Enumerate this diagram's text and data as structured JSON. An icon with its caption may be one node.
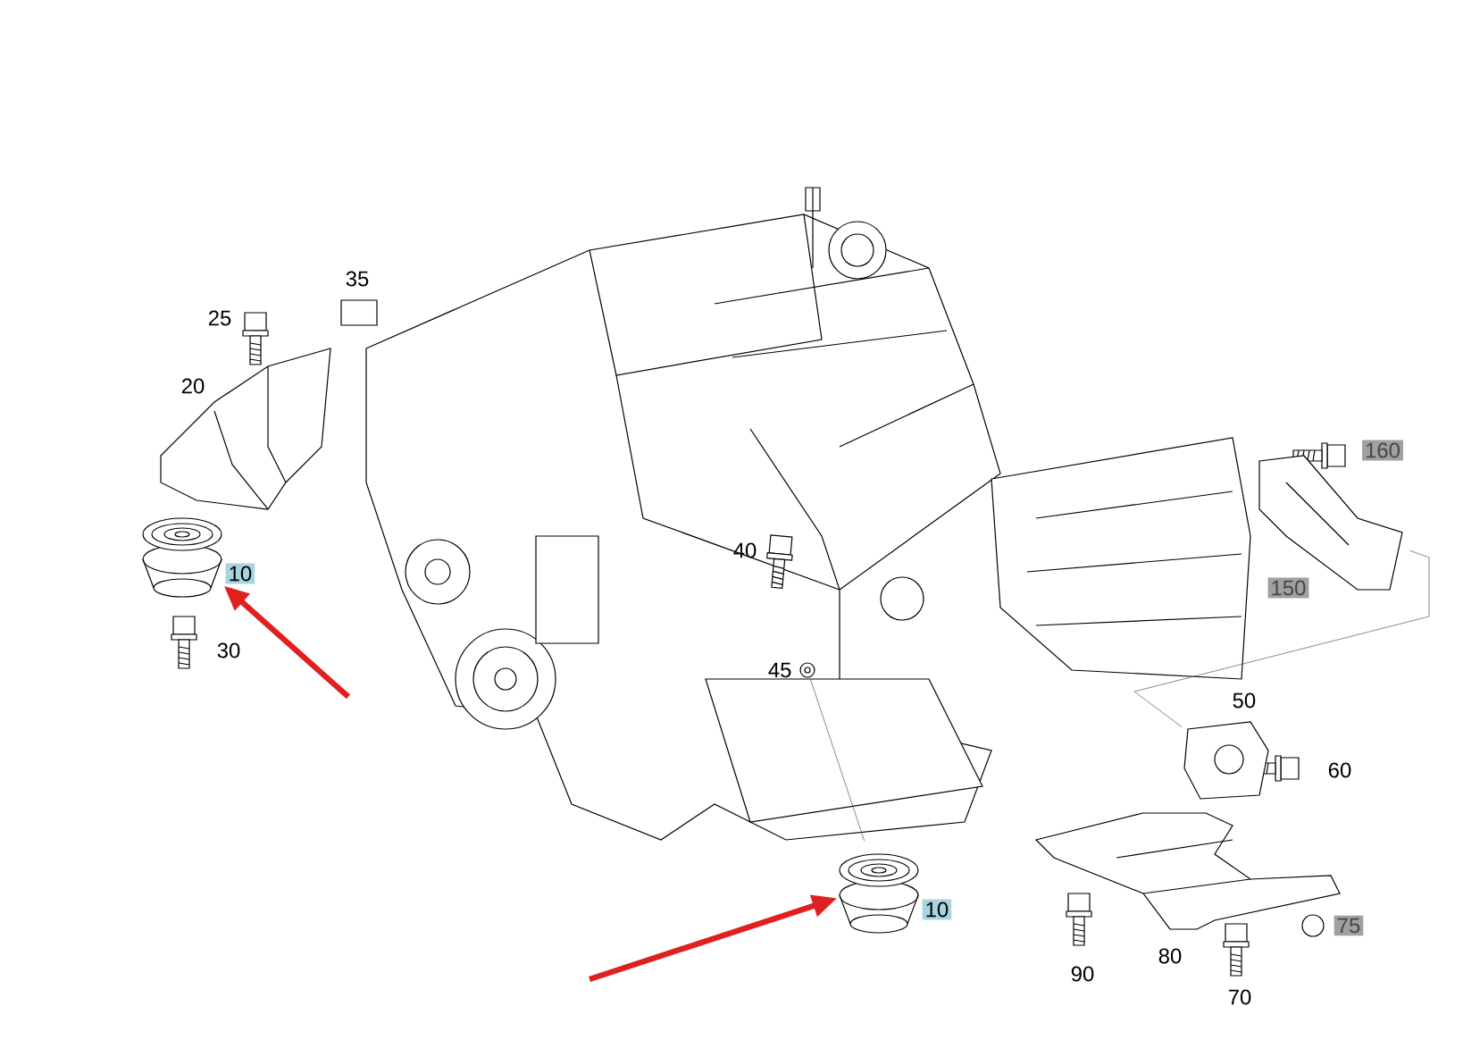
{
  "diagram": {
    "nodes": [
      {
        "text": [],
        "shape": "picture",
        "beside": [
          "10"
        ]
      },
      {
        "text": [],
        "shape": "picture",
        "beside": [
          "10"
        ]
      },
      {
        "text": [],
        "shape": "picture",
        "beside": [
          "45"
        ]
      },
      {
        "text": [],
        "shape": "picture",
        "beside": [
          "150"
        ]
      },
      {
        "text": [],
        "shape": "picture",
        "beside": [
          "50"
        ]
      }
    ],
    "edges": [
      {
        "from": null,
        "to": 0,
        "arrow": "to",
        "style": "thick",
        "color": "#e02020"
      },
      {
        "from": null,
        "to": 1,
        "arrow": "to",
        "style": "thick",
        "color": "#e02020"
      },
      {
        "from": 2,
        "to": 1,
        "arrow": "none",
        "color": "#555555"
      },
      {
        "from": 3,
        "to": 4,
        "arrow": "none",
        "color": "#555555"
      }
    ],
    "labels": [
      "35",
      "25",
      "20",
      "160",
      "40",
      "30",
      "60",
      "75",
      "90",
      "80",
      "70"
    ]
  }
}
